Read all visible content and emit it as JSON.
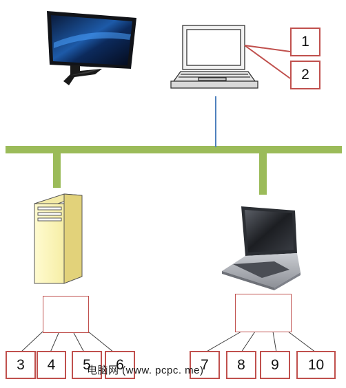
{
  "colors": {
    "bus": "#9bbb59",
    "uplink": "#4f81bd",
    "box_border": "#c0504d",
    "connector": "#404040"
  },
  "icons": {
    "monitor": "lcd-monitor-icon",
    "laptop_outline": "laptop-outline-icon",
    "server": "tower-server-icon",
    "laptop_photo": "laptop-photo-icon"
  },
  "labels": {
    "n1": "1",
    "n2": "2",
    "n3": "3",
    "n4": "4",
    "n5": "5",
    "n6": "6",
    "n7": "7",
    "n8": "8",
    "n9": "9",
    "n10": "10"
  },
  "watermark": "电脑网 (www. pcpc. me)"
}
